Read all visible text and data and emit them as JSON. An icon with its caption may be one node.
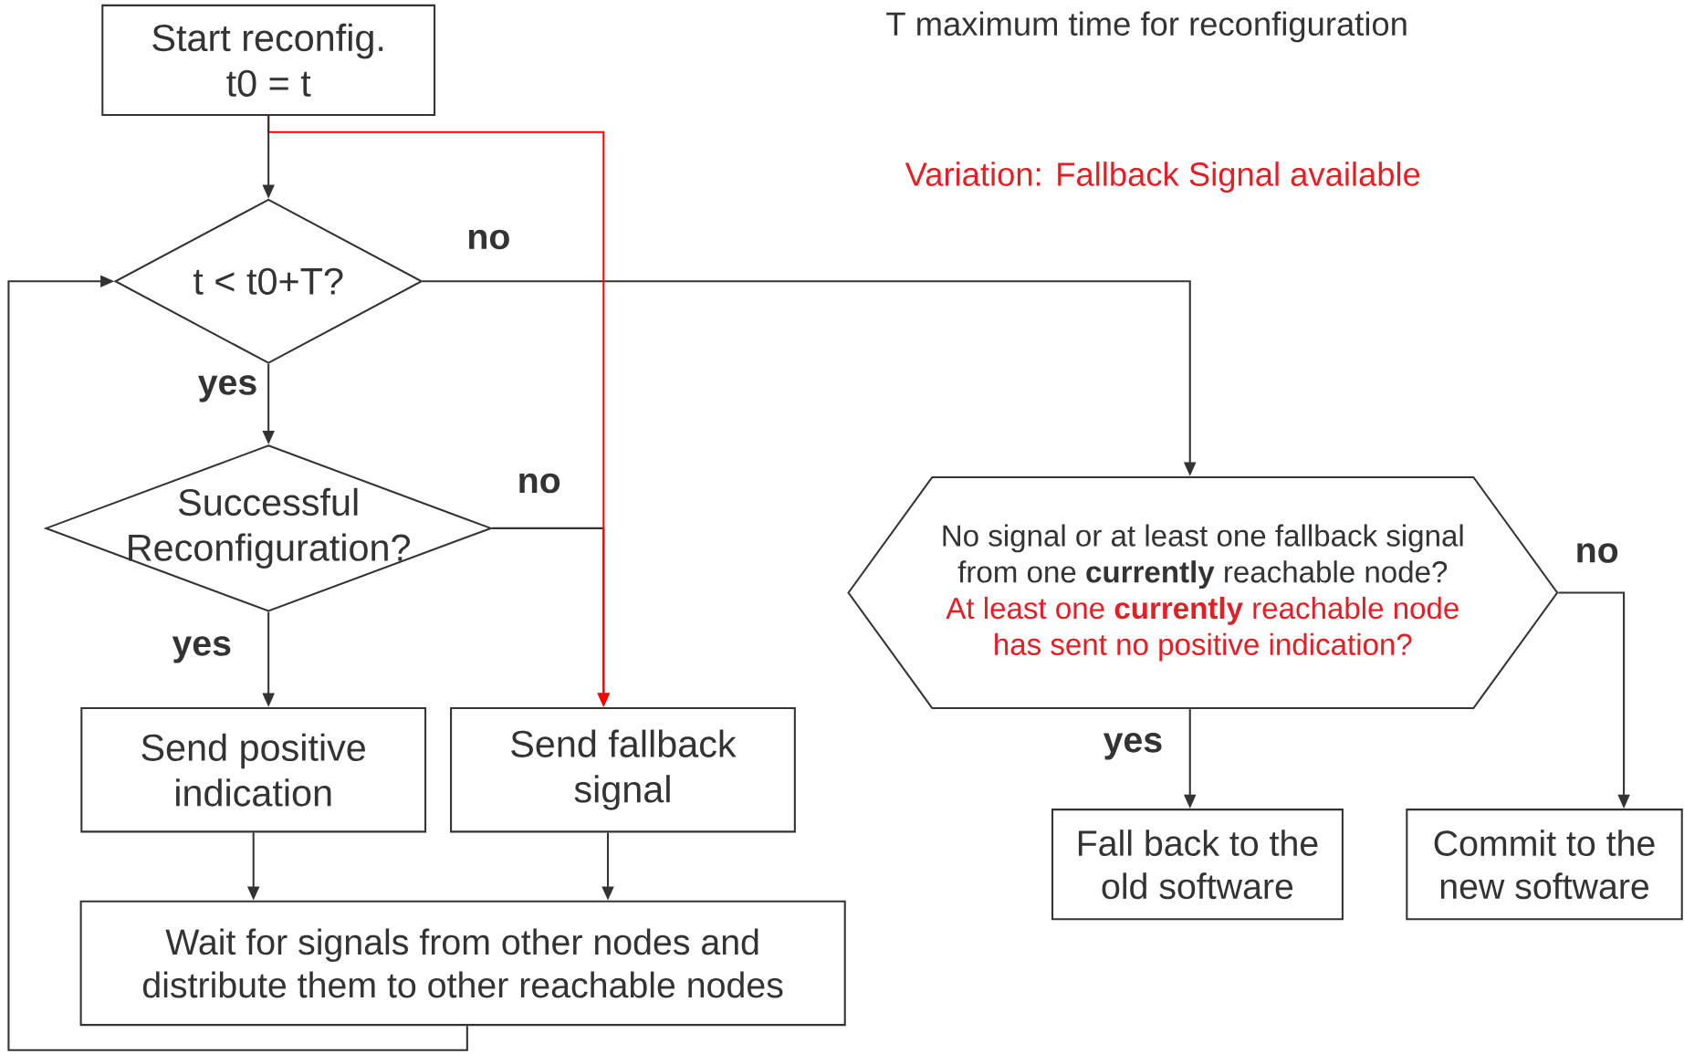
{
  "diagram": {
    "nodes": [
      {
        "text": [
          "Start reconfig.",
          "t0 = t"
        ]
      },
      {
        "text": [
          "t < t0+T?"
        ]
      },
      {
        "text": [
          "Successful Reconfiguration?"
        ]
      },
      {
        "text": [
          "Send positive indication"
        ]
      },
      {
        "text": [
          "Send fallback signal"
        ]
      },
      {
        "text": [
          "Wait for signals from other nodes and distribute them to other reachable nodes"
        ]
      },
      {
        "text": [
          "No signal or at least one fallback signal from one **currently** reachable node?",
          "At least one **currently** reachable node has sent no positive indication?"
        ]
      },
      {
        "text": [
          "Fall back to the old software"
        ]
      },
      {
        "text": [
          "Commit to the new software"
        ]
      }
    ],
    "edges": [
      {
        "from": 0,
        "to": 1,
        "arrow": "to"
      },
      {
        "from": 0,
        "to": 4,
        "arrow": "to",
        "color": "#ff0000"
      },
      {
        "from": 1,
        "to": 2,
        "arrow": "to",
        "label": "yes"
      },
      {
        "from": 1,
        "to": 6,
        "arrow": "to",
        "label": "no"
      },
      {
        "from": 2,
        "to": 3,
        "arrow": "to",
        "label": "yes"
      },
      {
        "from": 2,
        "to": 4,
        "arrow": "to",
        "label": "no"
      },
      {
        "from": 3,
        "to": 5,
        "arrow": "to"
      },
      {
        "from": 4,
        "to": 5,
        "arrow": "to"
      },
      {
        "from": 5,
        "to": 1,
        "arrow": "to"
      },
      {
        "from": 6,
        "to": 7,
        "arrow": "to",
        "label": "yes"
      },
      {
        "from": 6,
        "to": 8,
        "arrow": "to",
        "label": "no"
      }
    ],
    "labels": [
      "T maximum time for reconfiguration",
      "Variation: Fallback Signal available"
    ]
  }
}
